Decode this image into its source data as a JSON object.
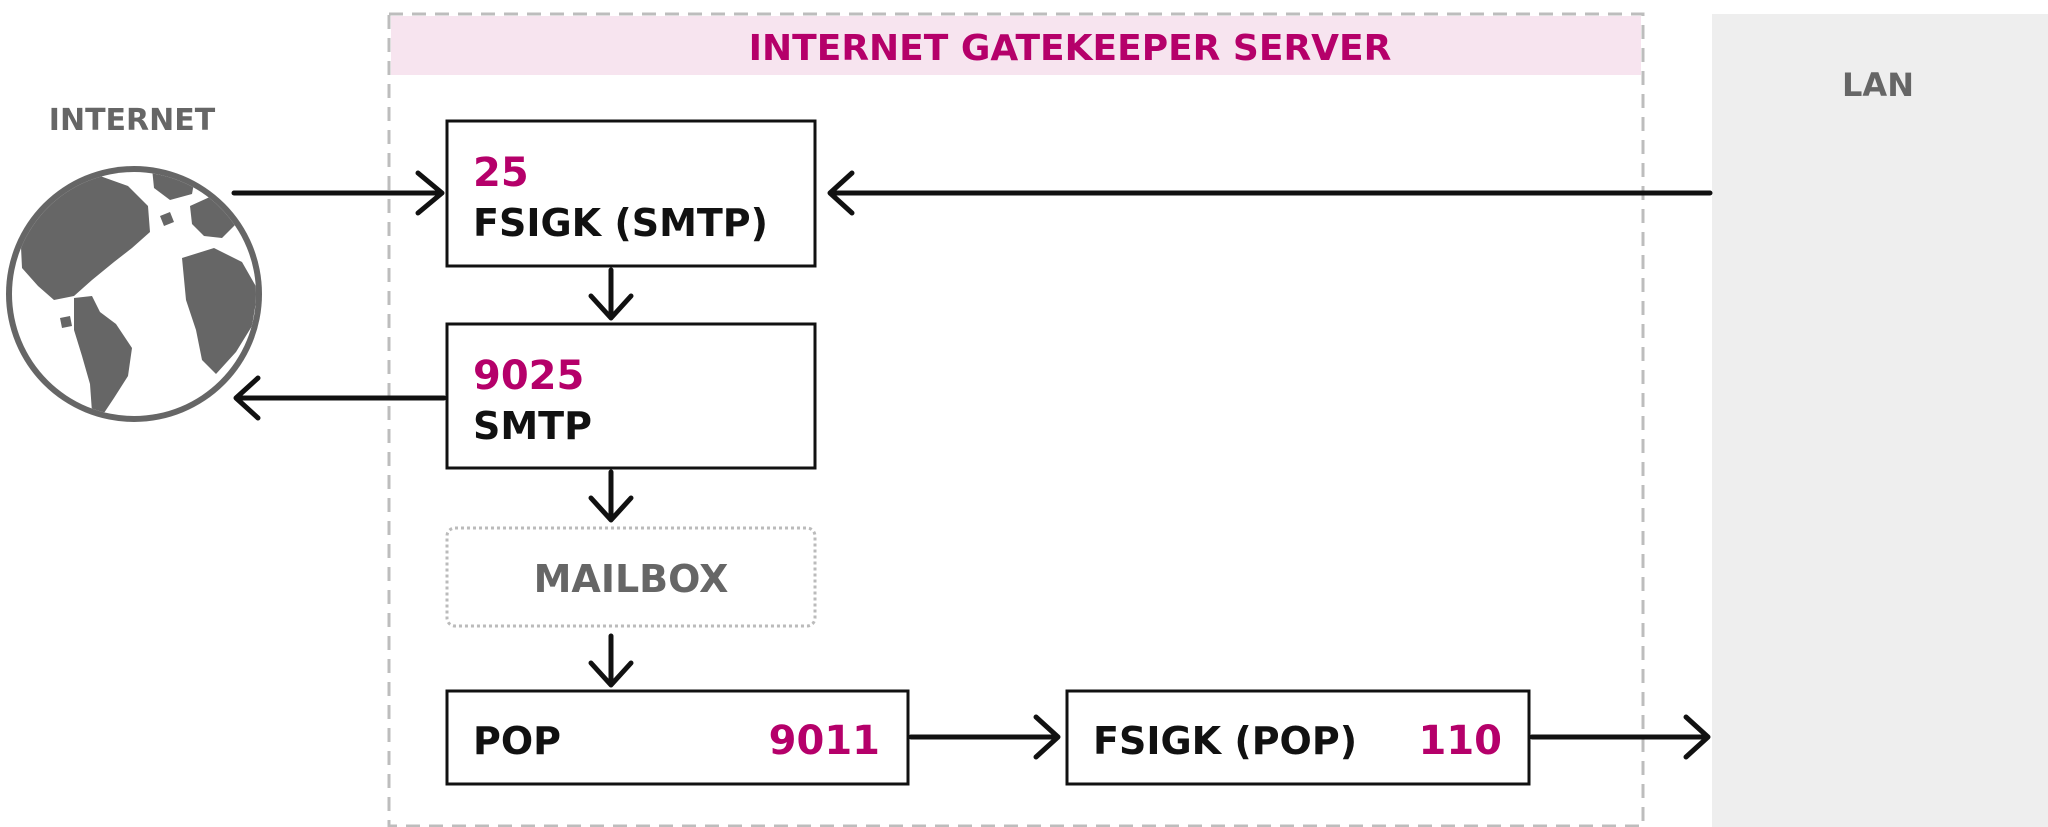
{
  "colors": {
    "accent": "#b5006a",
    "header_band": "#f7e4ef",
    "lan_panel": "#eeeeee",
    "dashed_border": "#bdbdbd",
    "gray_text": "#666666",
    "box_text": "#111111",
    "globe": "#666666"
  },
  "internet": {
    "label": "INTERNET",
    "icon": "globe-icon"
  },
  "lan": {
    "label": "LAN"
  },
  "server": {
    "title": "INTERNET GATEKEEPER SERVER"
  },
  "boxes": {
    "fsigk_smtp": {
      "port": "25",
      "name": "FSIGK (SMTP)"
    },
    "smtp": {
      "port": "9025",
      "name": "SMTP"
    },
    "mailbox": {
      "name": "MAILBOX"
    },
    "pop": {
      "name": "POP",
      "port": "9011"
    },
    "fsigk_pop": {
      "name": "FSIGK (POP)",
      "port": "110"
    }
  }
}
